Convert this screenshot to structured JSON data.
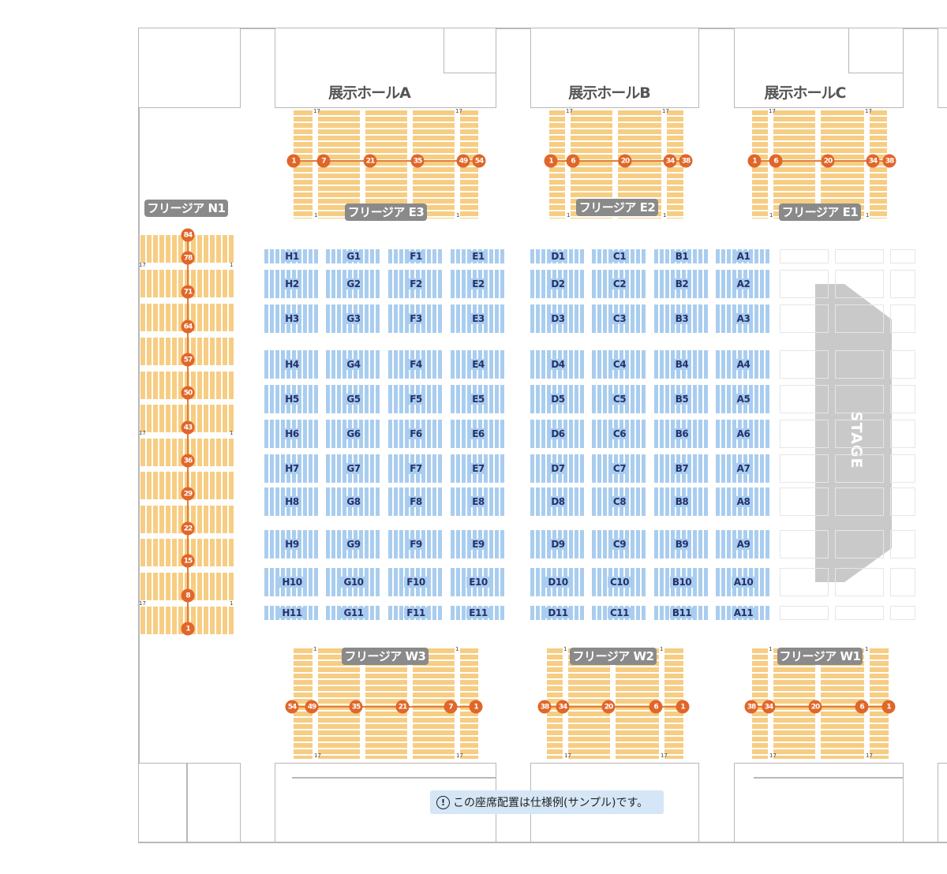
{
  "halls": [
    "展示ホールA",
    "展示ホールB",
    "展示ホールC"
  ],
  "stage_label": "STAGE",
  "notice": {
    "icon": "exclamation-circle-icon",
    "text": "この座席配置は仕様例(サンプル)です。"
  },
  "aisle_numbers": {
    "start": "1",
    "end": "17"
  },
  "colors": {
    "freesia": "#f6cd83",
    "arena": "#a9cdef",
    "marker": "#e0662a",
    "stage": "#c9c9c9",
    "label_bg": "#8a8a8a"
  },
  "freesia_sections": [
    {
      "id": "E3",
      "label": "フリージア E3",
      "markers": [
        "1",
        "7",
        "21",
        "35",
        "49",
        "54"
      ]
    },
    {
      "id": "E2",
      "label": "フリージア E2",
      "markers": [
        "1",
        "6",
        "20",
        "34",
        "38"
      ]
    },
    {
      "id": "E1",
      "label": "フリージア E1",
      "markers": [
        "1",
        "6",
        "20",
        "34",
        "38"
      ]
    },
    {
      "id": "W3",
      "label": "フリージア W3",
      "markers": [
        "54",
        "49",
        "35",
        "21",
        "7",
        "1"
      ]
    },
    {
      "id": "W2",
      "label": "フリージア W2",
      "markers": [
        "38",
        "34",
        "20",
        "6",
        "1"
      ]
    },
    {
      "id": "W1",
      "label": "フリージア W1",
      "markers": [
        "38",
        "34",
        "20",
        "6",
        "1"
      ]
    },
    {
      "id": "N1",
      "label": "フリージア N1",
      "markers": [
        "84",
        "78",
        "71",
        "64",
        "57",
        "50",
        "43",
        "36",
        "29",
        "22",
        "15",
        "8",
        "1"
      ]
    }
  ],
  "arena_blocks": [
    [
      "H1",
      "H2",
      "H3",
      "H4",
      "H5",
      "H6",
      "H7",
      "H8",
      "H9",
      "H10",
      "H11"
    ],
    [
      "G1",
      "G2",
      "G3",
      "G4",
      "G5",
      "G6",
      "G7",
      "G8",
      "G9",
      "G10",
      "G11"
    ],
    [
      "F1",
      "F2",
      "F3",
      "F4",
      "F5",
      "F6",
      "F7",
      "F8",
      "F9",
      "F10",
      "F11"
    ],
    [
      "E1",
      "E2",
      "E3",
      "E4",
      "E5",
      "E6",
      "E7",
      "E8",
      "E9",
      "E10",
      "E11"
    ],
    [
      "D1",
      "D2",
      "D3",
      "D4",
      "D5",
      "D6",
      "D7",
      "D8",
      "D9",
      "D10",
      "D11"
    ],
    [
      "C1",
      "C2",
      "C3",
      "C4",
      "C5",
      "C6",
      "C7",
      "C8",
      "C9",
      "C10",
      "C11"
    ],
    [
      "B1",
      "B2",
      "B3",
      "B4",
      "B5",
      "B6",
      "B7",
      "B8",
      "B9",
      "B10",
      "B11"
    ],
    [
      "A1",
      "A2",
      "A3",
      "A4",
      "A5",
      "A6",
      "A7",
      "A8",
      "A9",
      "A10",
      "A11"
    ]
  ]
}
